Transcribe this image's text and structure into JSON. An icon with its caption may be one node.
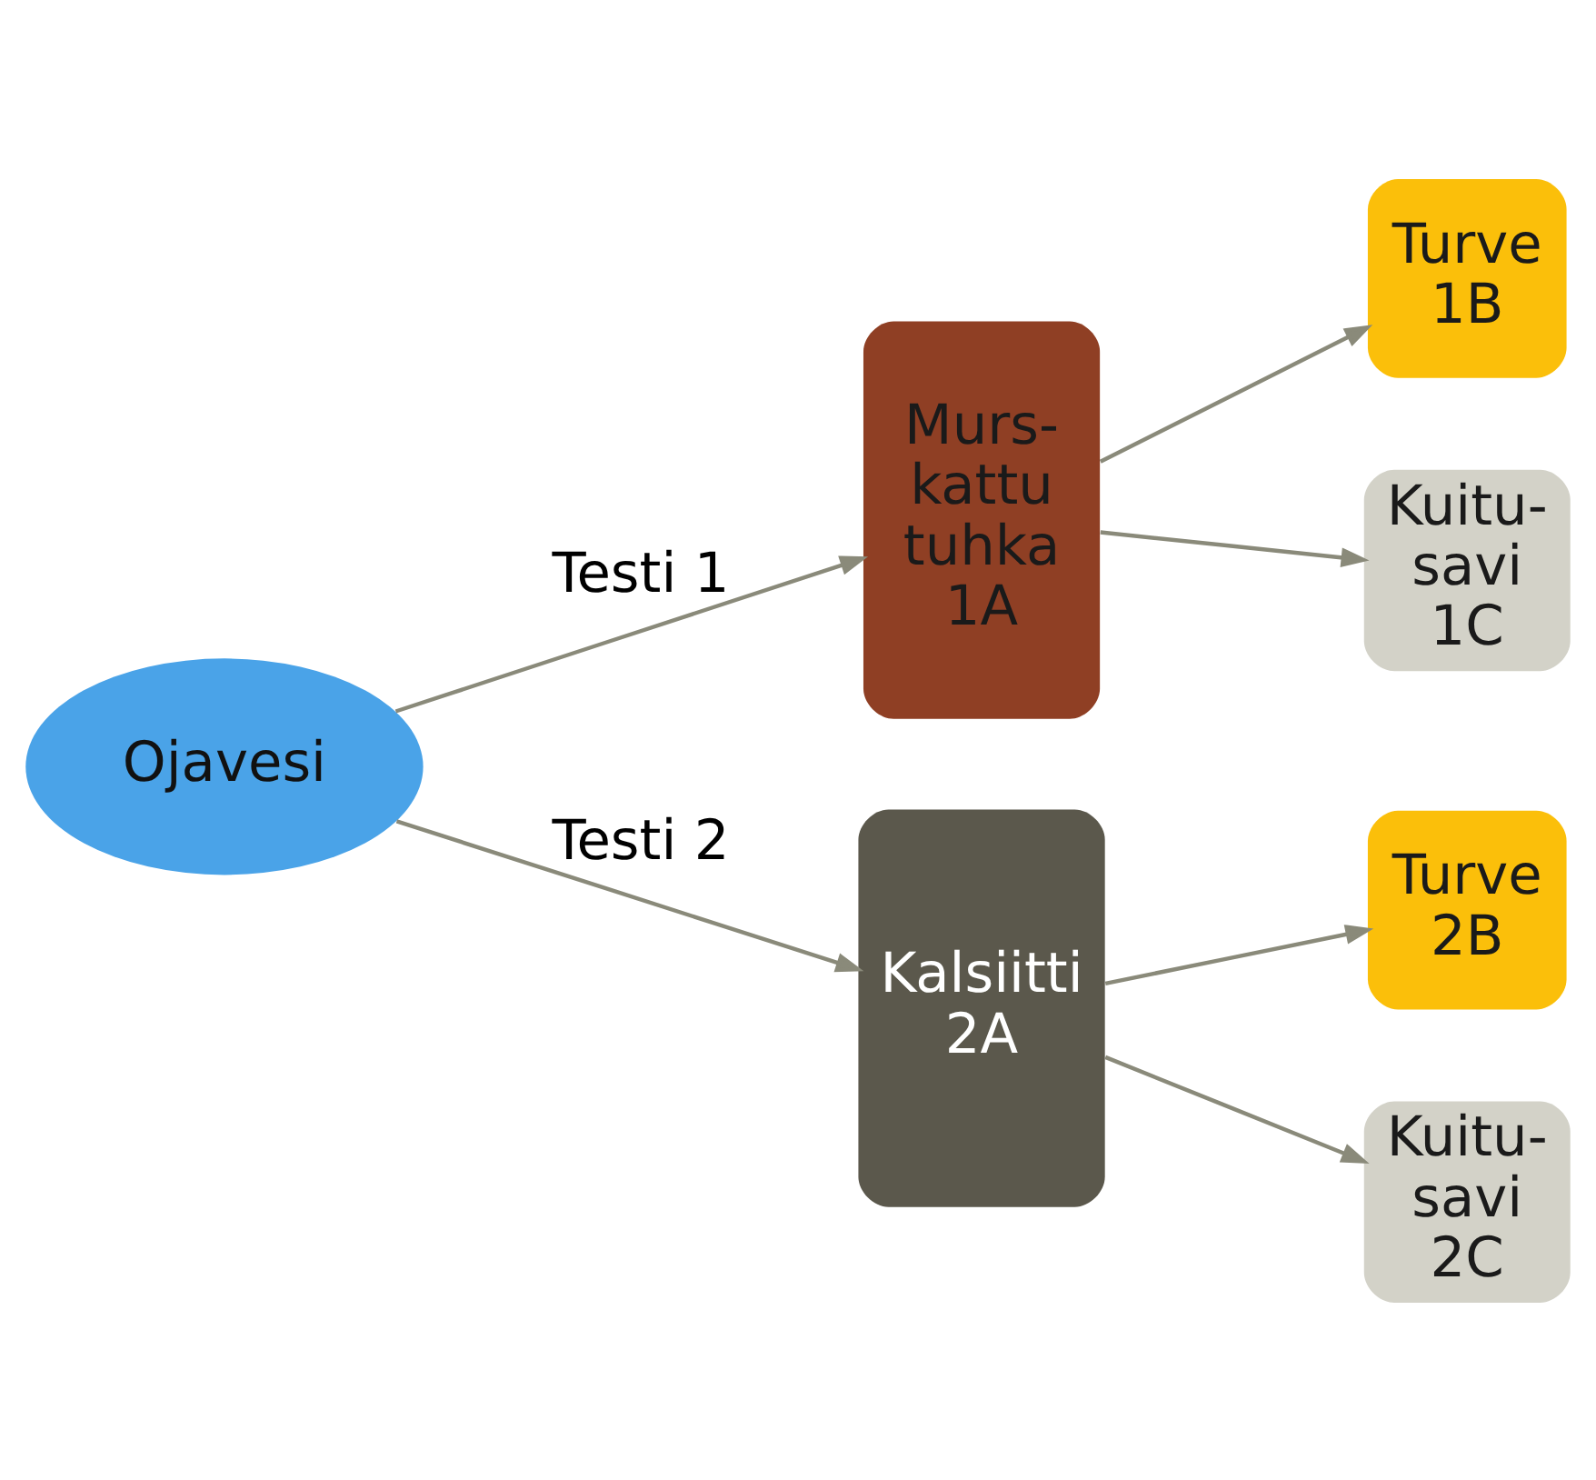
{
  "diagram": {
    "nodes": [
      {
        "text": [
          "Ojavesi"
        ]
      },
      {
        "text": [
          "Murs- kattu tuhka 1A"
        ]
      },
      {
        "text": [
          "Turve 1B"
        ]
      },
      {
        "text": [
          "Kuitu- savi 1C"
        ]
      },
      {
        "text": [
          "Kalsiitti 2A"
        ]
      },
      {
        "text": [
          "Turve 2B"
        ]
      },
      {
        "text": [
          "Kuitu- savi 2C"
        ]
      }
    ],
    "edges": [
      {
        "from": 0,
        "to": 1,
        "arrow": "to",
        "label": "Testi 1"
      },
      {
        "from": 1,
        "to": 2,
        "arrow": "to"
      },
      {
        "from": 1,
        "to": 3,
        "arrow": "to"
      },
      {
        "from": 0,
        "to": 4,
        "arrow": "to",
        "label": "Testi 2"
      },
      {
        "from": 4,
        "to": 5,
        "arrow": "to"
      },
      {
        "from": 4,
        "to": 6,
        "arrow": "to"
      }
    ]
  }
}
